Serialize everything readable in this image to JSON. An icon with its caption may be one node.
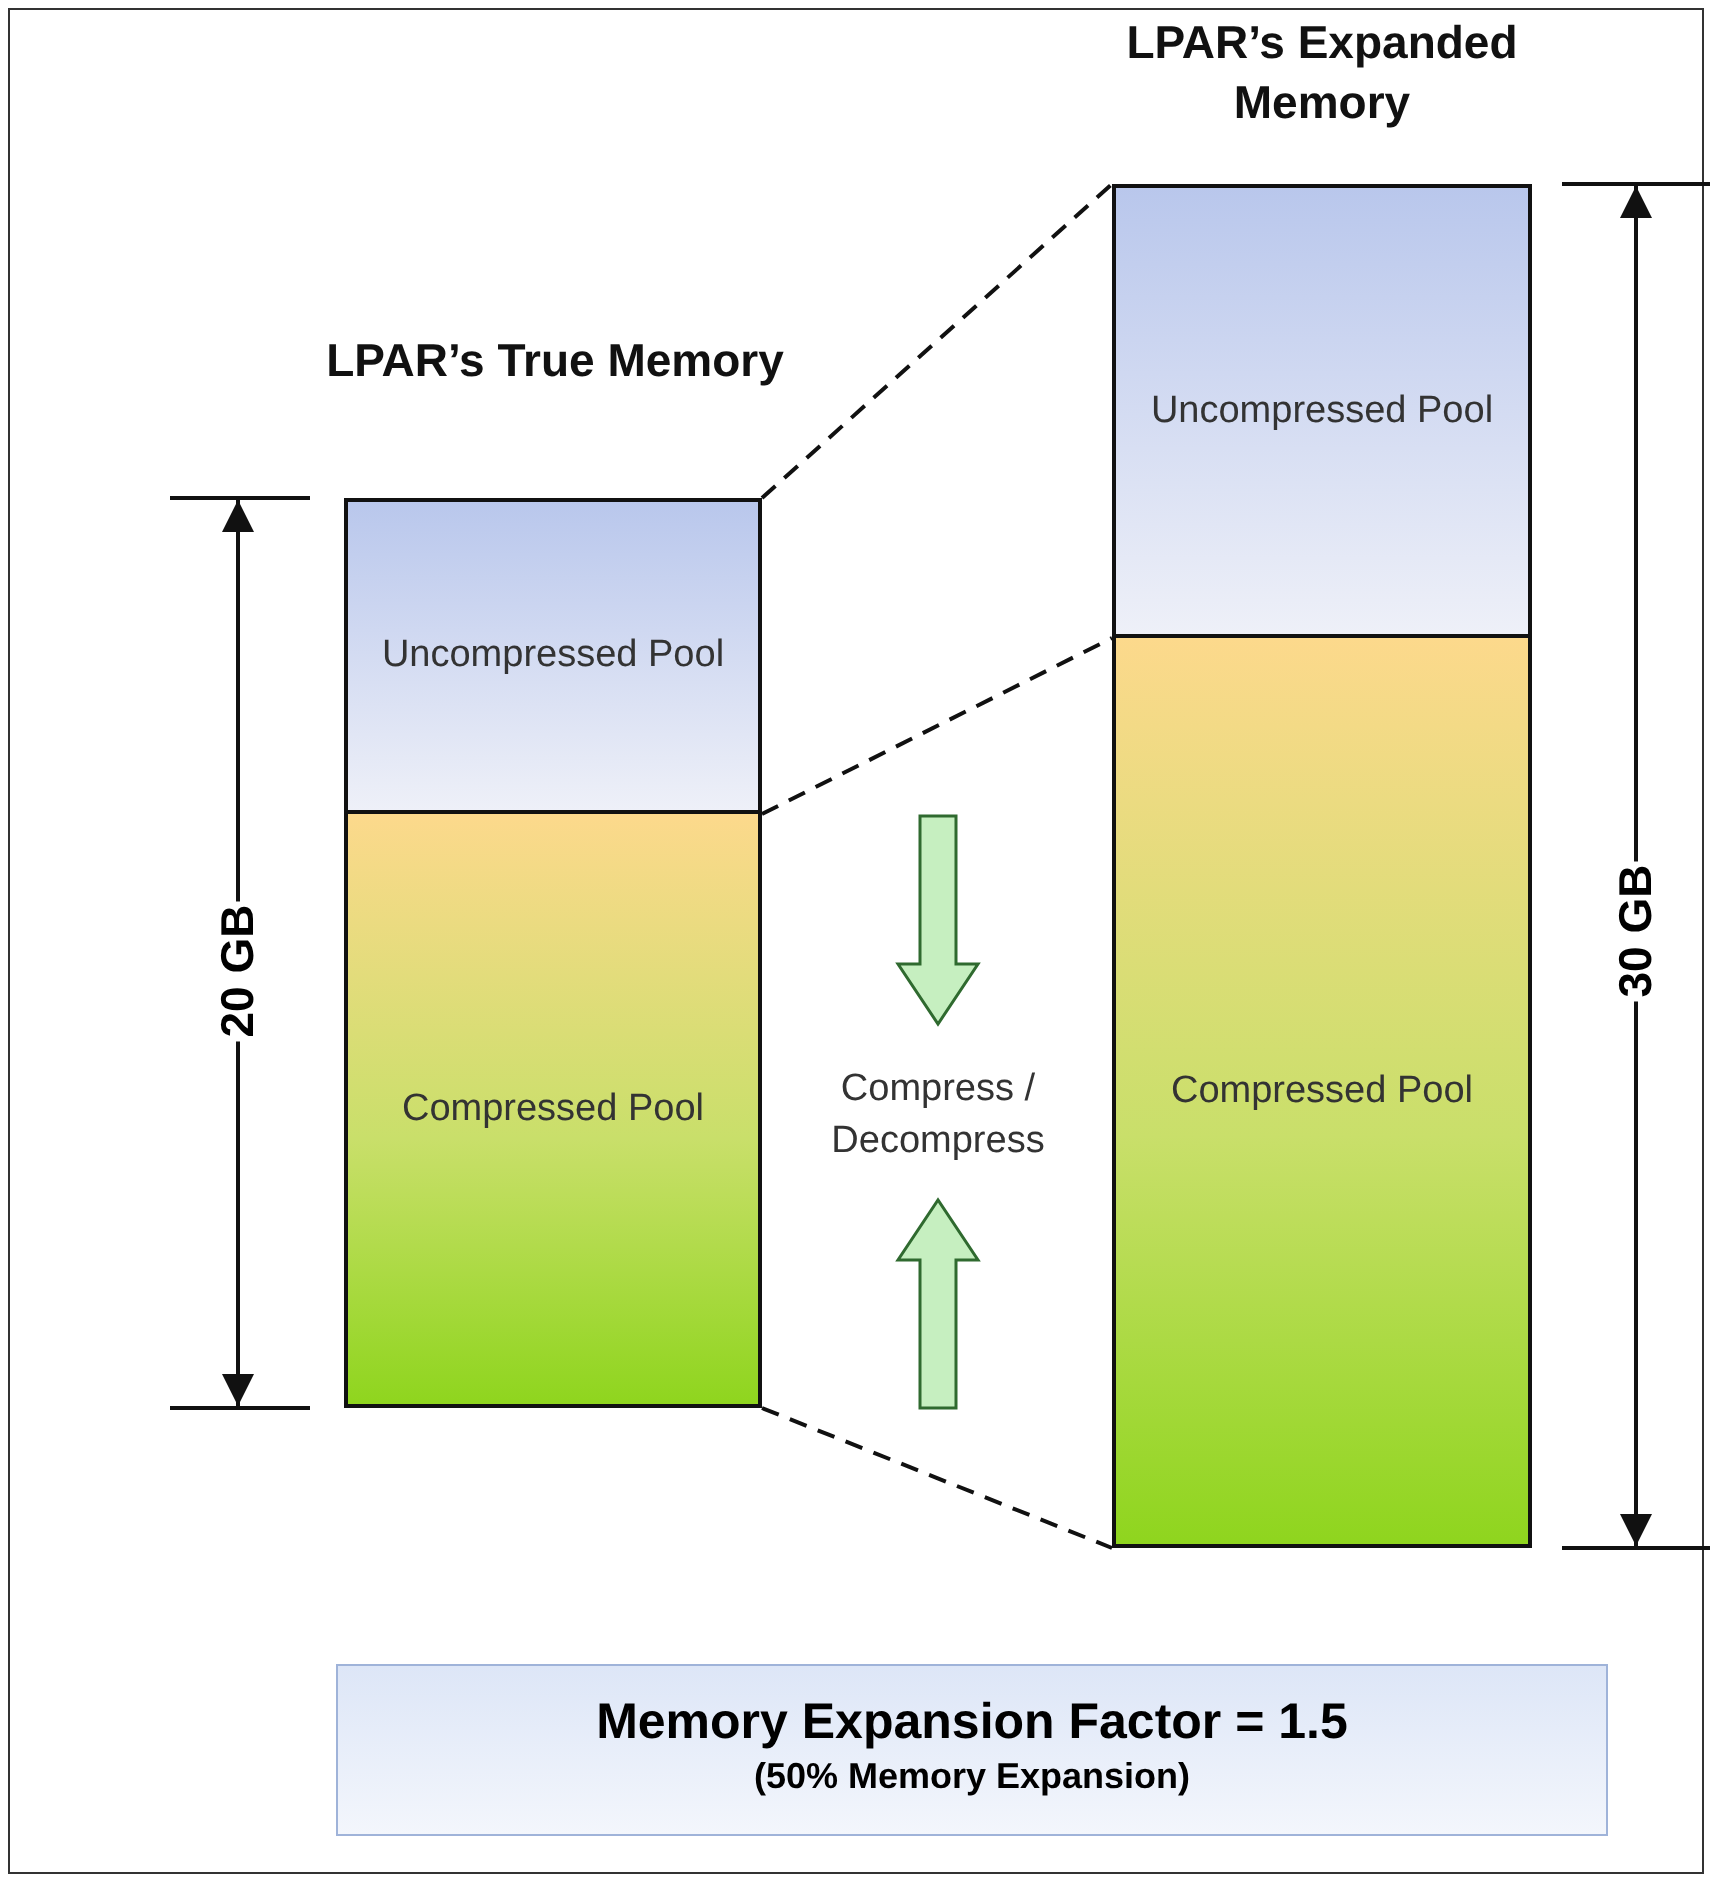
{
  "diagram": {
    "nodes": [
      {
        "text": [
          "LPAR’s True Memory"
        ]
      },
      {
        "text": [
          "Uncompressed Pool"
        ],
        "in": 0
      },
      {
        "text": [
          "Compressed Pool"
        ],
        "in": 0
      },
      {
        "text": [
          "LPAR’s Expanded Memory"
        ]
      },
      {
        "text": [
          "Uncompressed Pool"
        ],
        "in": 3
      },
      {
        "text": [
          "Compressed Pool"
        ],
        "in": 3
      },
      {
        "text": [
          "Memory Expansion Factor = 1.5",
          "(50% Memory Expansion)"
        ]
      }
    ],
    "edges": [
      {
        "from": 1,
        "to": 4,
        "arrow": "none",
        "style": "dashed"
      },
      {
        "from": 2,
        "to": 5,
        "arrow": "none",
        "style": "dashed"
      },
      {
        "from": 2,
        "to": 5,
        "arrow": "none",
        "style": "dashed"
      }
    ],
    "labels": [
      "20 GB",
      "Compress / Decompress",
      "30 GB"
    ]
  }
}
